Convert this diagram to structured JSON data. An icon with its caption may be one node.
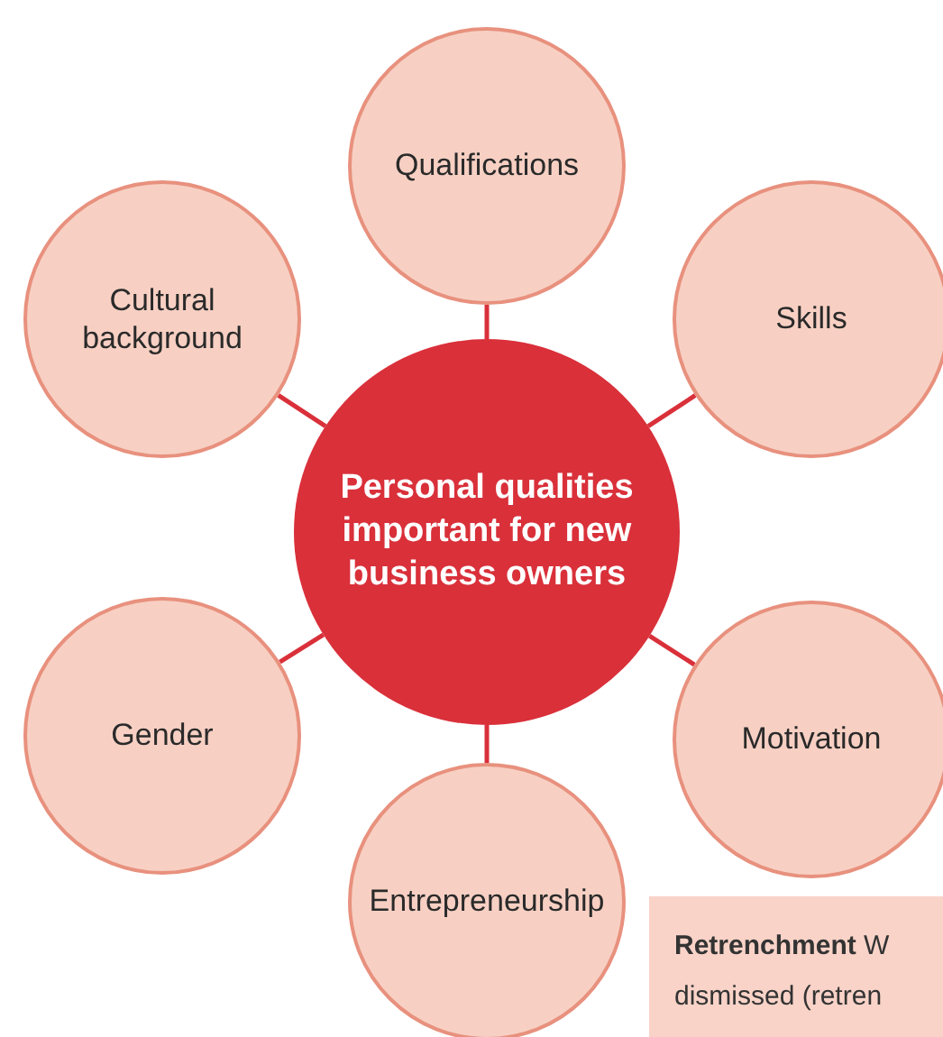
{
  "diagram": {
    "nodes": [
      {
        "text": [
          "Personal qualities important for new business owners"
        ]
      },
      {
        "text": [
          "Qualifications"
        ]
      },
      {
        "text": [
          "Cultural background"
        ]
      },
      {
        "text": [
          "Skills"
        ]
      },
      {
        "text": [
          "Gender"
        ]
      },
      {
        "text": [
          "Motivation"
        ]
      },
      {
        "text": [
          "Entrepreneurship"
        ]
      }
    ],
    "edges": [
      {
        "from": 0,
        "to": 1,
        "arrow": "none"
      },
      {
        "from": 0,
        "to": 2,
        "arrow": "none"
      },
      {
        "from": 0,
        "to": 3,
        "arrow": "none"
      },
      {
        "from": 0,
        "to": 4,
        "arrow": "none"
      },
      {
        "from": 0,
        "to": 5,
        "arrow": "none"
      },
      {
        "from": 0,
        "to": 6,
        "arrow": "none"
      }
    ],
    "labels": [
      "**Retrenchment** W dismissed (retren"
    ]
  }
}
